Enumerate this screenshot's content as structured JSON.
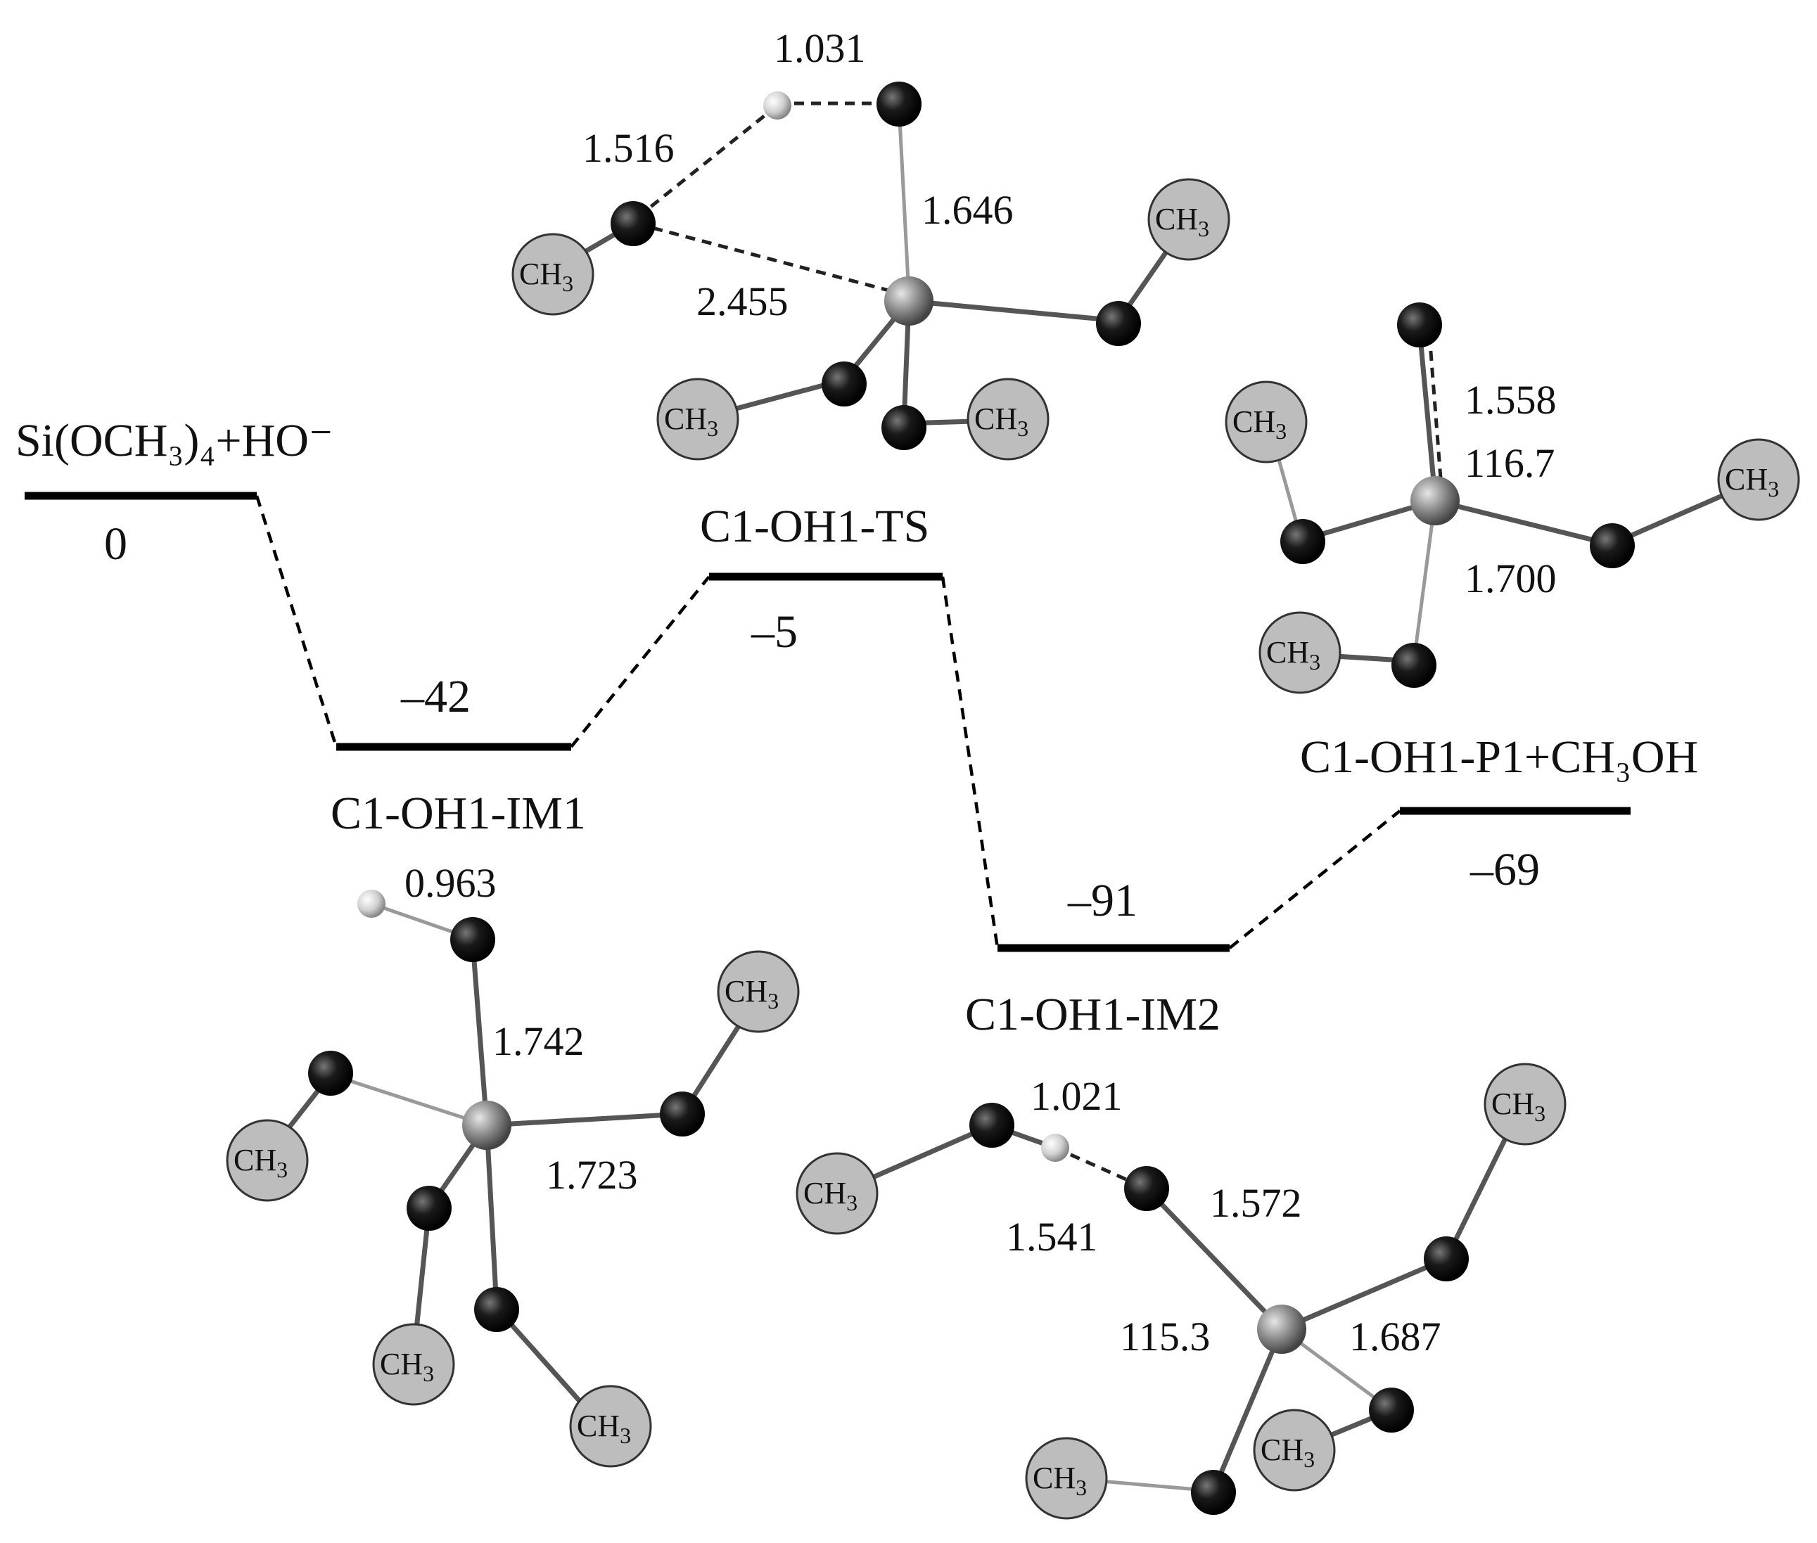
{
  "reactant": {
    "label": "Si(OCH₃)₄+HO⁻",
    "energy": "0"
  },
  "im1": {
    "label": "C1-OH1-IM1",
    "energy": "–42"
  },
  "ts": {
    "label": "C1-OH1-TS",
    "energy": "–5"
  },
  "im2": {
    "label": "C1-OH1-IM2",
    "energy": "–91"
  },
  "product": {
    "label": "C1-OH1-P1+CH₃OH",
    "energy": "–69"
  },
  "methyl_label": "CH",
  "methyl_subscript": "3",
  "ts_geometry": {
    "d1": "1.031",
    "d2": "1.516",
    "d3": "1.646",
    "d4": "2.455"
  },
  "product_geometry": {
    "d1": "1.558",
    "angle": "116.7",
    "d2": "1.700"
  },
  "im1_geometry": {
    "d1": "0.963",
    "d2": "1.742",
    "d3": "1.723"
  },
  "im2_geometry": {
    "d1": "1.021",
    "d2": "1.572",
    "d3": "1.541",
    "angle": "115.3",
    "d4": "1.687"
  },
  "colors": {
    "line": "#000000",
    "methyl_fill": "#bdbdbd",
    "oxygen": "#111111",
    "silicon": "#8a8a8a",
    "hydrogen": "#d8d8d8"
  }
}
